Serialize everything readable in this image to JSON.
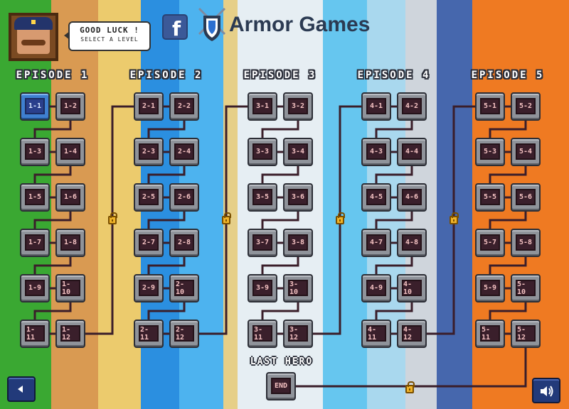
{
  "header": {
    "bubble_title": "GOOD LUCK !",
    "bubble_subtitle": "SELECT A LEVEL",
    "facebook_glyph": "f",
    "brand": "Armor Games"
  },
  "background_stripes": [
    {
      "color": "#3aa832",
      "w": 72
    },
    {
      "color": "#d99a52",
      "w": 66
    },
    {
      "color": "#eccb6d",
      "w": 60
    },
    {
      "color": "#2b8fe0",
      "w": 54
    },
    {
      "color": "#4db3ef",
      "w": 62
    },
    {
      "color": "#e6cf88",
      "w": 20
    },
    {
      "color": "#e6eef3",
      "w": 120
    },
    {
      "color": "#66c6ef",
      "w": 62
    },
    {
      "color": "#a9d8ee",
      "w": 54
    },
    {
      "color": "#cfd5dc",
      "w": 44
    },
    {
      "color": "#4667ad",
      "w": 50
    },
    {
      "color": "#ef7a22",
      "w": 136
    }
  ],
  "episodes": [
    {
      "title": "EPISODE 1",
      "levels": [
        "1-1",
        "1-2",
        "1-3",
        "1-4",
        "1-5",
        "1-6",
        "1-7",
        "1-8",
        "1-9",
        "1-10",
        "1-11",
        "1-12"
      ]
    },
    {
      "title": "EPISODE 2",
      "levels": [
        "2-1",
        "2-2",
        "2-3",
        "2-4",
        "2-5",
        "2-6",
        "2-7",
        "2-8",
        "2-9",
        "2-10",
        "2-11",
        "2-12"
      ]
    },
    {
      "title": "EPISODE 3",
      "levels": [
        "3-1",
        "3-2",
        "3-3",
        "3-4",
        "3-5",
        "3-6",
        "3-7",
        "3-8",
        "3-9",
        "3-10",
        "3-11",
        "3-12"
      ]
    },
    {
      "title": "EPISODE 4",
      "levels": [
        "4-1",
        "4-2",
        "4-3",
        "4-4",
        "4-5",
        "4-6",
        "4-7",
        "4-8",
        "4-9",
        "4-10",
        "4-11",
        "4-12"
      ]
    },
    {
      "title": "EPISODE 5",
      "levels": [
        "5-1",
        "5-2",
        "5-3",
        "5-4",
        "5-5",
        "5-6",
        "5-7",
        "5-8",
        "5-9",
        "5-10",
        "5-11",
        "5-12"
      ]
    }
  ],
  "unlocked_levels": [
    "1-1"
  ],
  "final": {
    "label": "LAST HERO",
    "button": "END"
  },
  "icons": {
    "back": "back-arrow-icon",
    "sound": "speaker-icon",
    "lock": "padlock-icon",
    "facebook": "facebook-icon",
    "logo": "armor-games-shield-icon"
  },
  "colors": {
    "wire": "#3a1e2a",
    "level_face": "#3a1f2b",
    "level_text": "#f4c2c2",
    "unlocked": "#3f7fd0",
    "lock": "#f0b429"
  }
}
